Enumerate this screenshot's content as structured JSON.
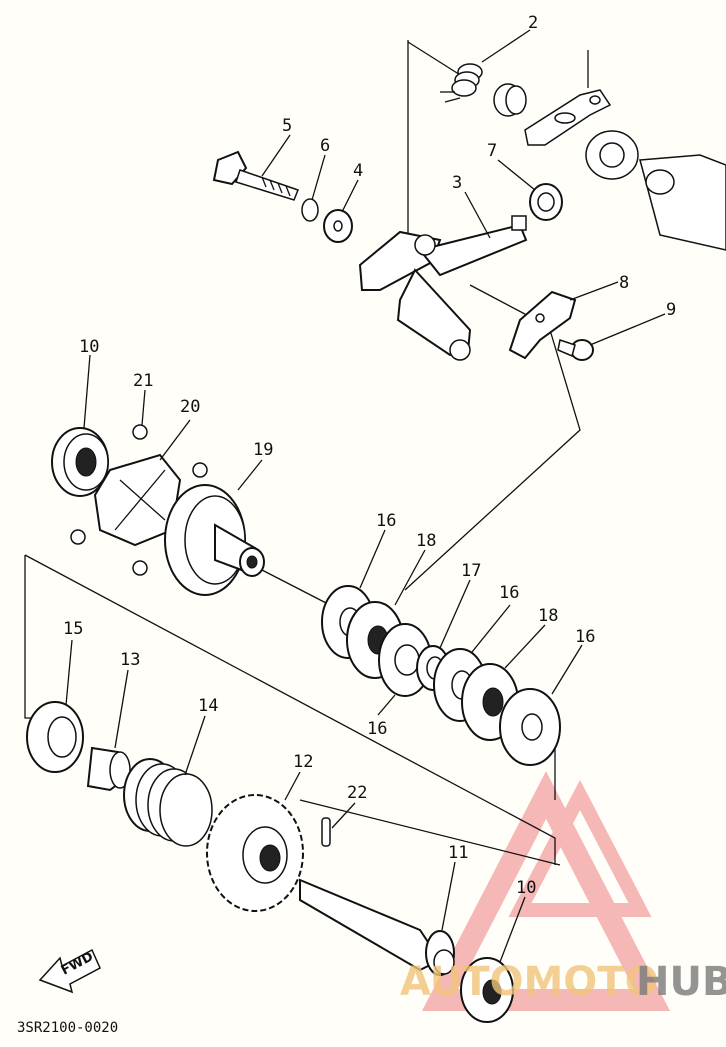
{
  "diagram": {
    "callouts": [
      {
        "id": "c2",
        "label": "2"
      },
      {
        "id": "c3",
        "label": "3"
      },
      {
        "id": "c4",
        "label": "4"
      },
      {
        "id": "c5",
        "label": "5"
      },
      {
        "id": "c6",
        "label": "6"
      },
      {
        "id": "c7",
        "label": "7"
      },
      {
        "id": "c8",
        "label": "8"
      },
      {
        "id": "c9",
        "label": "9"
      },
      {
        "id": "c10a",
        "label": "10"
      },
      {
        "id": "c21",
        "label": "21"
      },
      {
        "id": "c20",
        "label": "20"
      },
      {
        "id": "c19",
        "label": "19"
      },
      {
        "id": "c16a",
        "label": "16"
      },
      {
        "id": "c18a",
        "label": "18"
      },
      {
        "id": "c17",
        "label": "17"
      },
      {
        "id": "c16b",
        "label": "16"
      },
      {
        "id": "c18b",
        "label": "18"
      },
      {
        "id": "c16c",
        "label": "16"
      },
      {
        "id": "c16d",
        "label": "16"
      },
      {
        "id": "c15",
        "label": "15"
      },
      {
        "id": "c13",
        "label": "13"
      },
      {
        "id": "c14",
        "label": "14"
      },
      {
        "id": "c12",
        "label": "12"
      },
      {
        "id": "c22",
        "label": "22"
      },
      {
        "id": "c11",
        "label": "11"
      },
      {
        "id": "c10b",
        "label": "10"
      }
    ],
    "direction_arrow_label": "FWD",
    "figure_code": "3SR2100-0020",
    "watermark": {
      "part1": "AUTOMOTO",
      "part2": "HUB",
      "color_primary": "#f08080",
      "color_accent": "#f2c47a"
    }
  }
}
